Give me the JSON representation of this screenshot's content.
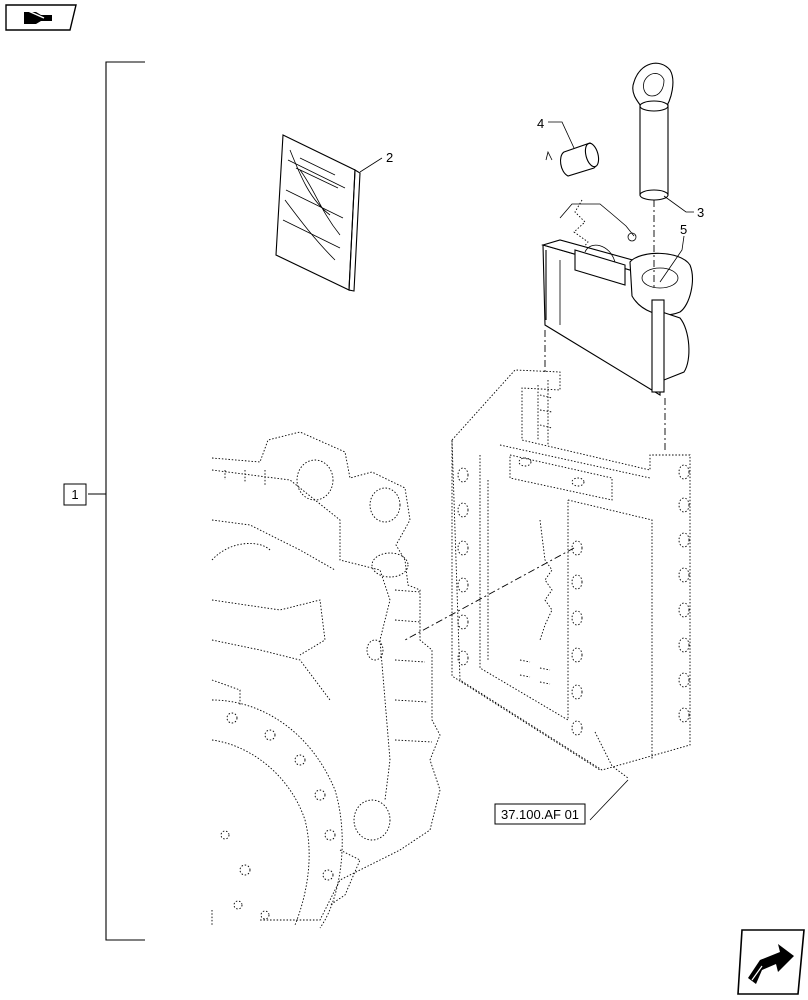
{
  "callouts": {
    "bracket_group": "1",
    "item_2": "2",
    "item_3": "3",
    "item_4": "4",
    "item_5": "5"
  },
  "reference": {
    "label": "37.100.AF 01"
  },
  "icons": {
    "top_left": "page-back-icon",
    "bottom_right": "next-page-arrow-icon"
  }
}
